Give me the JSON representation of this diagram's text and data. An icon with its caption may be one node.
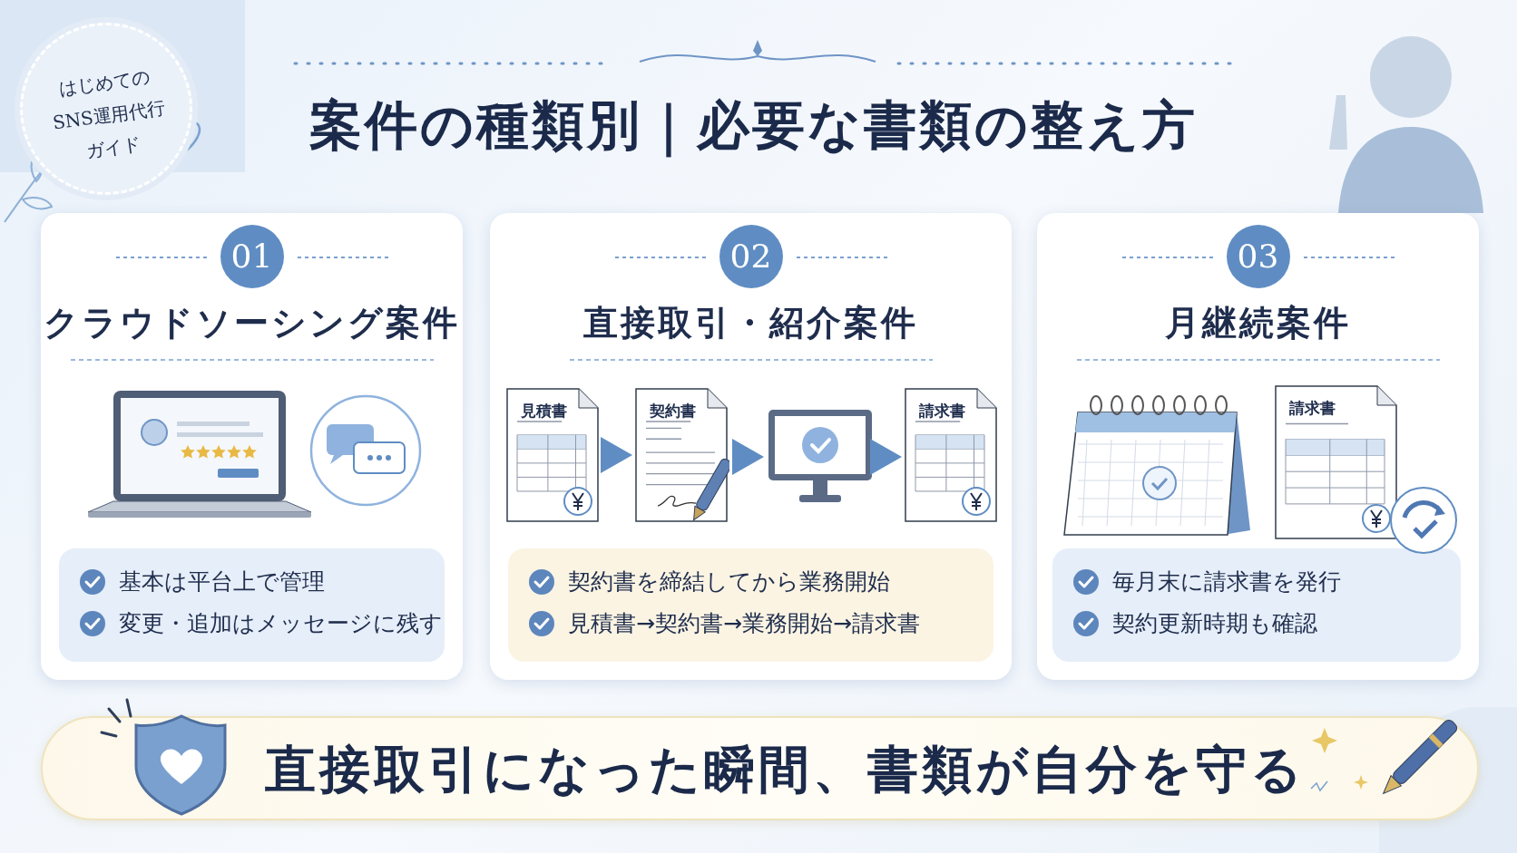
{
  "diagram": {
    "title": "案件の種類別｜必要な書類の整え方",
    "nodes": [
      {
        "text": [
          "はじめてのSNS運用代行ガイド"
        ]
      },
      {
        "text": [
          "01",
          "クラウドソーシング案件"
        ]
      },
      {
        "text": [
          "基本は平台上で管理",
          "変更・追加はメッセージに残す"
        ],
        "in": 1
      },
      {
        "text": [
          "02",
          "直接取引・紹介案件"
        ]
      },
      {
        "text": [
          "見積書"
        ],
        "in": 3
      },
      {
        "text": [
          "契約書"
        ],
        "in": 3
      },
      {
        "text": [],
        "shape": "picture",
        "in": 3
      },
      {
        "text": [
          "請求書"
        ],
        "in": 3
      },
      {
        "text": [
          "契約書を締結してから業務開始",
          "見積書→契約書→業務開始→請求書"
        ],
        "in": 3
      },
      {
        "text": [
          "03",
          "月継続案件"
        ]
      },
      {
        "text": [
          "請求書"
        ],
        "in": 9
      },
      {
        "text": [
          "毎月末に請求書を発行",
          "契約更新時期も確認"
        ],
        "in": 9
      },
      {
        "text": [
          "直接取引になった瞬間、**書類が自分を守る**"
        ]
      }
    ],
    "edges": [
      {
        "from": 4,
        "to": 5,
        "arrow": "to"
      },
      {
        "from": 5,
        "to": 6,
        "arrow": "to"
      },
      {
        "from": 6,
        "to": 7,
        "arrow": "to"
      }
    ]
  }
}
